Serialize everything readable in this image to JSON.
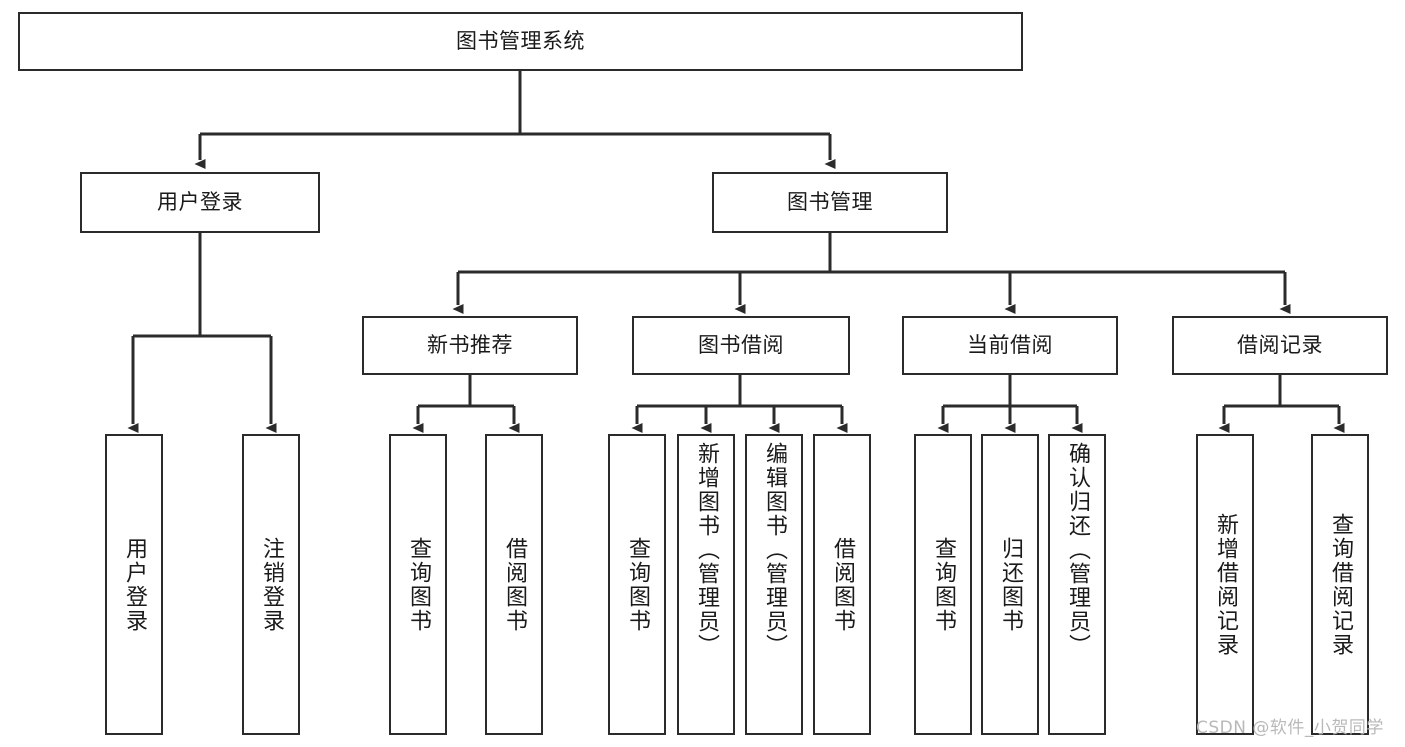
{
  "diagram": {
    "type": "tree",
    "title": "图书管理系统",
    "root": {
      "label": "图书管理系统"
    },
    "level2": [
      {
        "label": "用户登录"
      },
      {
        "label": "图书管理"
      }
    ],
    "level3": [
      {
        "label": "新书推荐"
      },
      {
        "label": "图书借阅"
      },
      {
        "label": "当前借阅"
      },
      {
        "label": "借阅记录"
      }
    ],
    "leaves": {
      "user_login": [
        {
          "label": "用户登录"
        },
        {
          "label": "注销登录"
        }
      ],
      "new_book_recommend": [
        {
          "label": "查询图书"
        },
        {
          "label": "借阅图书"
        }
      ],
      "book_borrow": [
        {
          "label": "查询图书"
        },
        {
          "label": "新增图书（管理员）"
        },
        {
          "label": "编辑图书（管理员）"
        },
        {
          "label": "借阅图书"
        }
      ],
      "current_borrow": [
        {
          "label": "查询图书"
        },
        {
          "label": "归还图书"
        },
        {
          "label": "确认归还（管理员）"
        }
      ],
      "borrow_record": [
        {
          "label": "新增借阅记录"
        },
        {
          "label": "查询借阅记录"
        }
      ]
    }
  },
  "watermark": {
    "text": "CSDN @软件_小贺同学"
  },
  "colors": {
    "stroke": "#2b2b2b",
    "fill": "#ffffff",
    "text": "#1a1a1a",
    "watermark": "#b9b9b9"
  }
}
